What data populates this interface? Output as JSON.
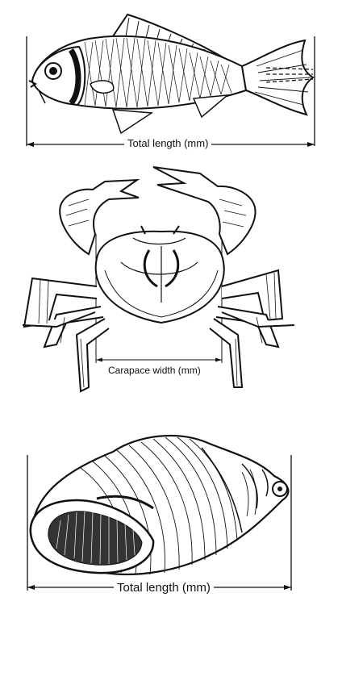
{
  "figure": {
    "fish": {
      "measure_label": "Total length (mm)",
      "icon": "fish-illustration"
    },
    "crab": {
      "measure_label": "Carapace width (mm)",
      "icon": "crab-illustration"
    },
    "snail": {
      "measure_label": "Total length (mm)",
      "icon": "snail-shell-illustration"
    }
  },
  "colors": {
    "ink": "#111111",
    "background": "#ffffff"
  }
}
